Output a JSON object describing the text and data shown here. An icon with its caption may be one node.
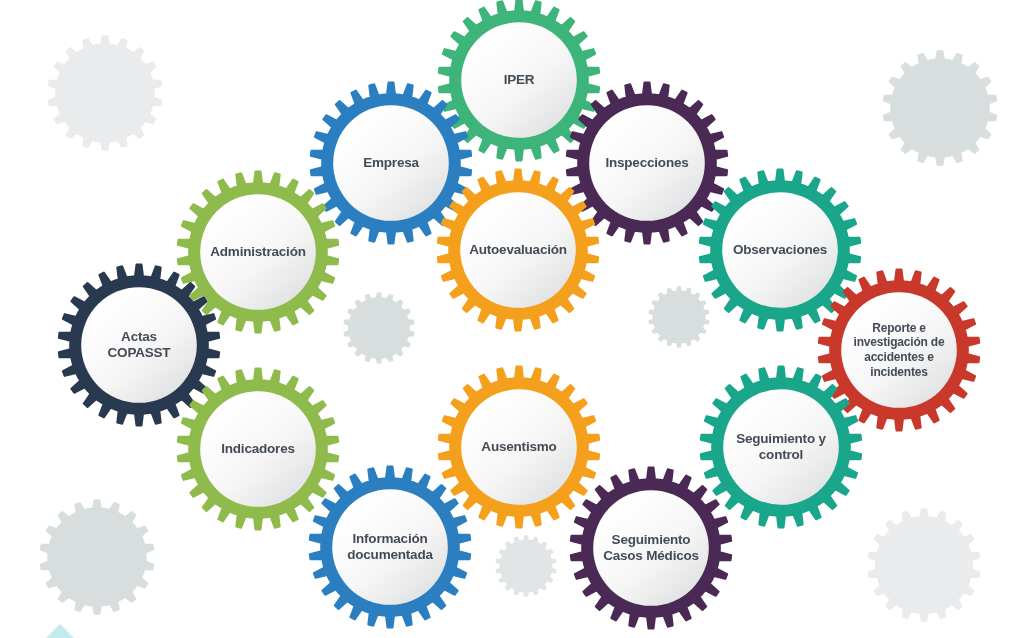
{
  "diagram": {
    "nodes": [
      {
        "text": [
          "IPER"
        ]
      },
      {
        "text": [
          "Empresa"
        ]
      },
      {
        "text": [
          "Inspecciones"
        ]
      },
      {
        "text": [
          "Administración"
        ]
      },
      {
        "text": [
          "Autoevaluación"
        ]
      },
      {
        "text": [
          "Observaciones"
        ]
      },
      {
        "text": [
          "Actas COPASST"
        ]
      },
      {
        "text": [
          "Reporte e investigación de accidentes e incidentes"
        ]
      },
      {
        "text": [
          "Indicadores"
        ]
      },
      {
        "text": [
          "Ausentismo"
        ]
      },
      {
        "text": [
          "Seguimiento y control"
        ]
      },
      {
        "text": [
          "Información documentada"
        ]
      },
      {
        "text": [
          "Seguimiento Casos Médicos"
        ]
      },
      {
        "text": [],
        "shape": "gear"
      },
      {
        "text": [],
        "shape": "gear"
      },
      {
        "text": [],
        "shape": "gear"
      },
      {
        "text": [],
        "shape": "gear"
      },
      {
        "text": [],
        "shape": "gear"
      },
      {
        "text": [],
        "shape": "gear"
      },
      {
        "text": [],
        "shape": "gear"
      }
    ]
  }
}
